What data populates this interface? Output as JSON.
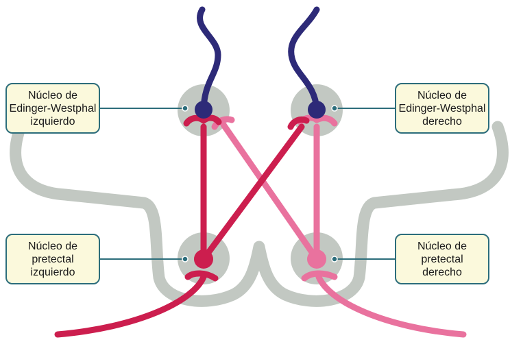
{
  "labels": {
    "ew_left": {
      "line1": "Núcleo de",
      "line2": "Edinger-Westphal",
      "line3": "izquierdo"
    },
    "ew_right": {
      "line1": "Núcleo de",
      "line2": "Edinger-Westphal",
      "line3": "derecho"
    },
    "pt_left": {
      "line1": "Núcleo de",
      "line2": "pretectal",
      "line3": "izquierdo"
    },
    "pt_right": {
      "line1": "Núcleo de",
      "line2": "pretectal",
      "line3": "derecho"
    }
  },
  "colors": {
    "brain_outline": "#c2c8c2",
    "nucleus_disc": "#c2c8c2",
    "navy_fiber": "#2d2a78",
    "crimson_fiber": "#cc1e4e",
    "pink_fiber": "#e9729e",
    "box_fill": "#fbf9dc",
    "box_border": "#2c6d7b",
    "leader_line": "#2c6d7b"
  }
}
